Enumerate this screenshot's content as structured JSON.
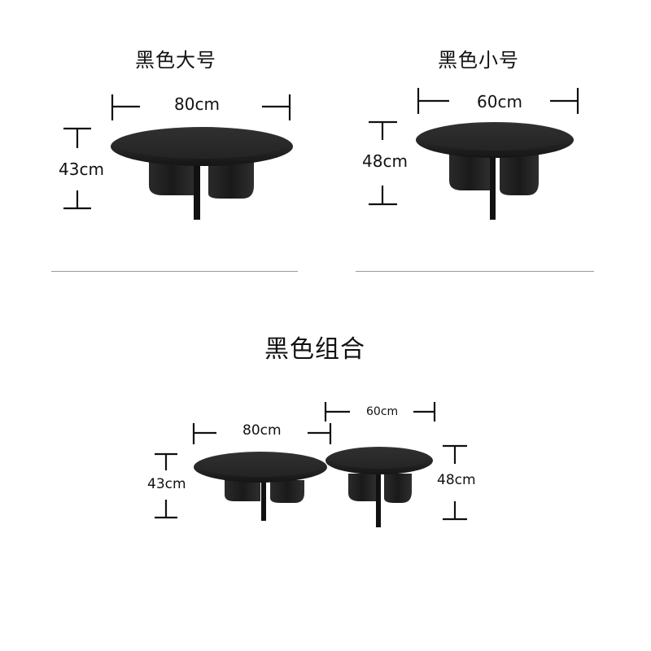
{
  "large": {
    "title": "黑色大号",
    "width_label": "80cm",
    "height_label": "43cm"
  },
  "small": {
    "title": "黑色小号",
    "width_label": "60cm",
    "height_label": "48cm"
  },
  "combo": {
    "title": "黑色组合",
    "large_width_label": "80cm",
    "large_height_label": "43cm",
    "small_width_label": "60cm",
    "small_height_label": "48cm"
  },
  "colors": {
    "table_top": "#2b2b2b",
    "table_base": "#1f1f1f",
    "dimension_line": "#111111",
    "separator": "#9a9a9a"
  }
}
